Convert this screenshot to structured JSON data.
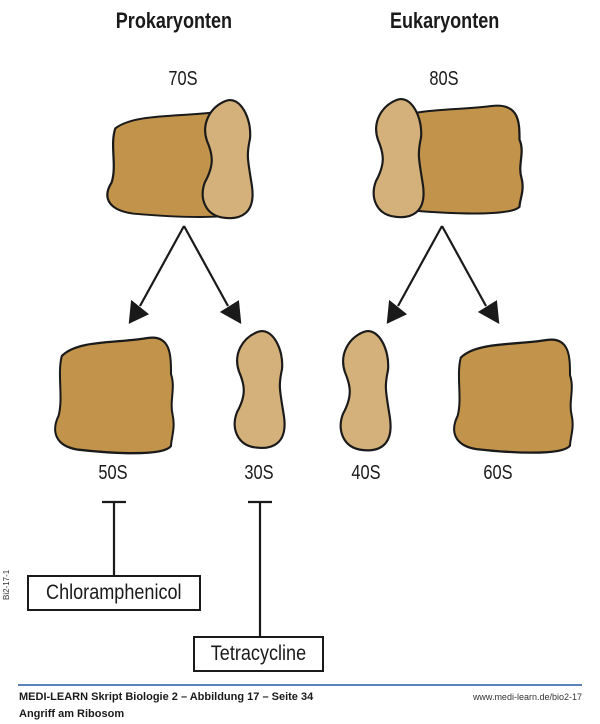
{
  "headings": {
    "left": "Prokaryonten",
    "right": "Eukaryonten"
  },
  "ribosomes": {
    "prokaryote_whole": "70S",
    "eukaryote_whole": "80S",
    "prokaryote_large": "50S",
    "prokaryote_small": "30S",
    "eukaryote_small": "40S",
    "eukaryote_large": "60S"
  },
  "inhibitors": {
    "chloramphenicol": "Chloramphenicol",
    "tetracycline": "Tetracycline"
  },
  "figure_id": "Bi2-17-1",
  "footer": {
    "source": "MEDI-LEARN Skript Biologie 2 – Abbildung 17 – Seite 34",
    "caption": "Angriff am Ribosom",
    "url": "www.medi-learn.de/bio2-17"
  },
  "colors": {
    "large_subunit": "#c1934b",
    "small_subunit": "#d4b07a",
    "outline": "#1a1a1a",
    "footer_rule": "#5b84bd"
  }
}
